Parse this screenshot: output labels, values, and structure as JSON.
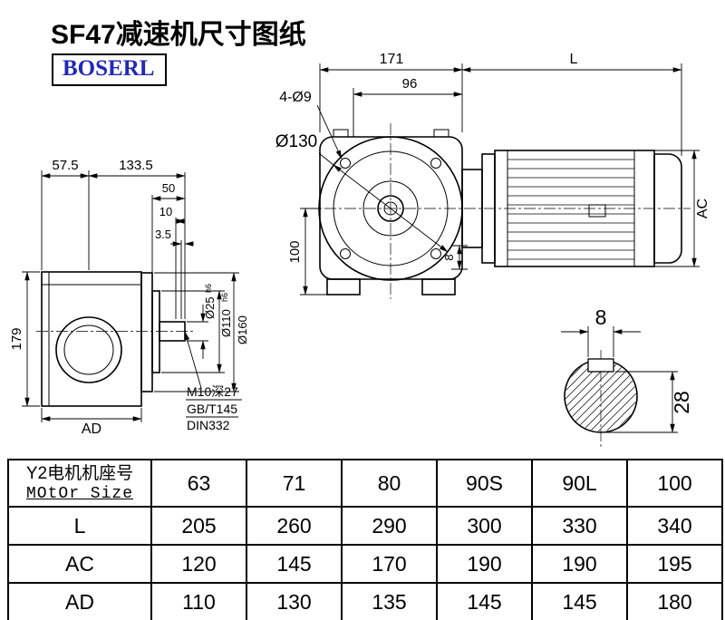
{
  "page": {
    "title": "SF47减速机尺寸图纸",
    "brand": "BOSERL"
  },
  "drawing": {
    "front_view": {
      "dim_total_width": "171",
      "dim_motor_length": "L",
      "dim_inner_width": "96",
      "bolt_holes": "4-Ø9",
      "flange_circle": "Ø130",
      "dim_height_100": "100",
      "dim_small_8": "8",
      "dim_motor_height": "AC"
    },
    "side_view": {
      "dim_57_5": "57.5",
      "dim_133_5": "133.5",
      "dim_50": "50",
      "dim_10": "10",
      "dim_3_5": "3.5",
      "dim_height_179": "179",
      "dim_width_AD": "AD",
      "dia_shaft": "Ø25",
      "dia_shaft_tol": "h6",
      "dia_spigot": "Ø110",
      "dia_spigot_tol": "h6",
      "dia_flange": "Ø160",
      "tap_note": "M10深27",
      "std_note_1": "GB/T145",
      "std_note_2": "DIN332"
    },
    "shaft_section": {
      "key_width": "8",
      "shaft_depth": "28"
    }
  },
  "table": {
    "row_header_cn": "Y2电机机座号",
    "row_header_en": "MOtOr Size",
    "sizes": [
      "63",
      "71",
      "80",
      "90S",
      "90L",
      "100"
    ],
    "rows": [
      {
        "label": "L",
        "values": [
          "205",
          "260",
          "290",
          "300",
          "330",
          "340"
        ]
      },
      {
        "label": "AC",
        "values": [
          "120",
          "145",
          "170",
          "190",
          "190",
          "195"
        ]
      },
      {
        "label": "AD",
        "values": [
          "110",
          "130",
          "135",
          "145",
          "145",
          "180"
        ]
      }
    ]
  }
}
